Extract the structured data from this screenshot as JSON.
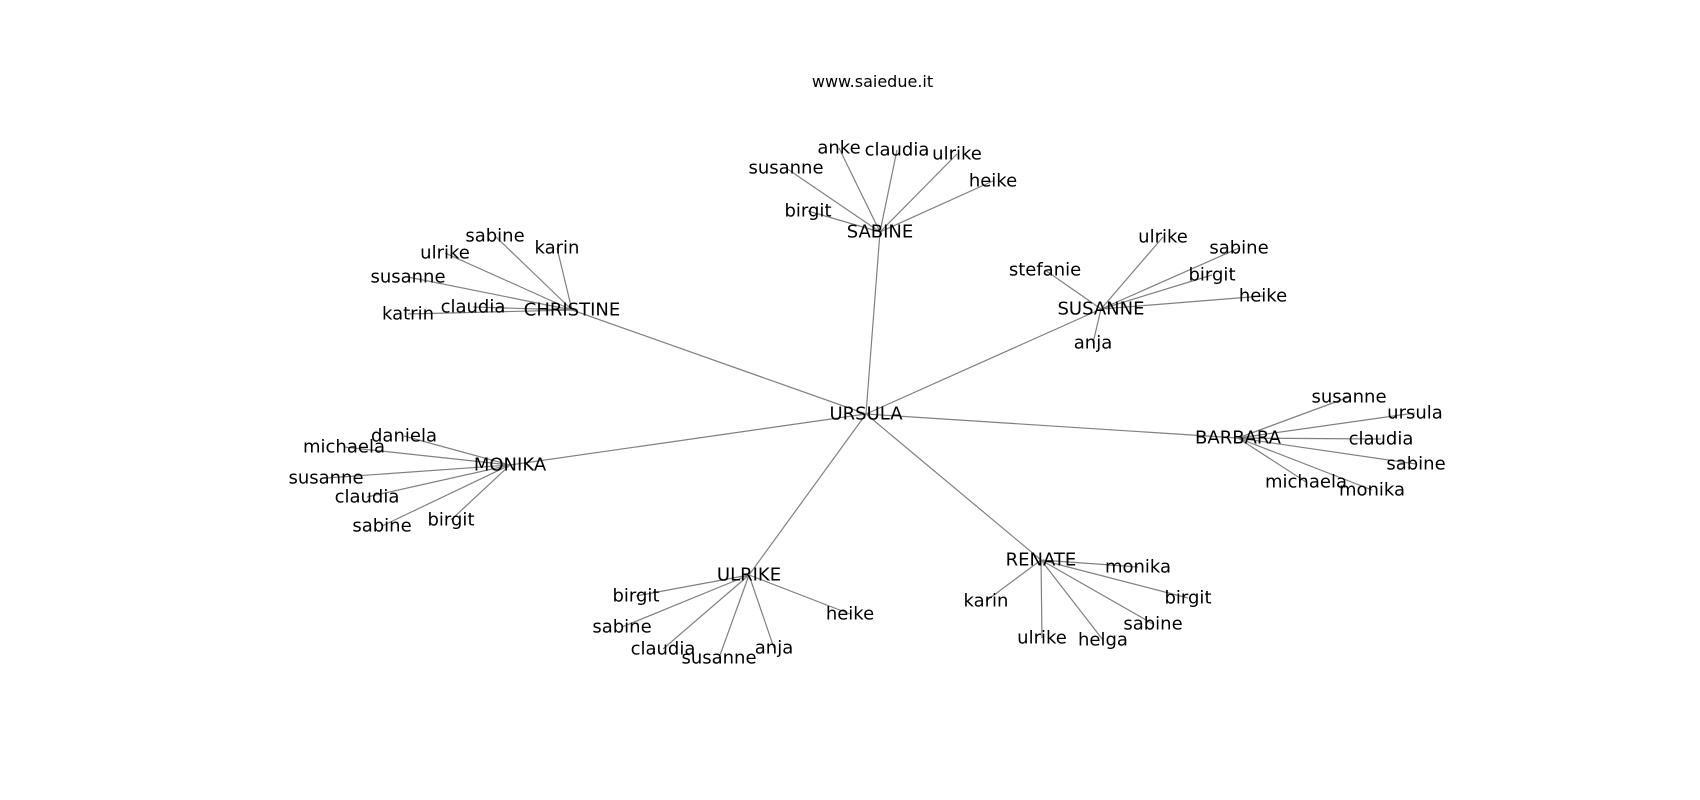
{
  "title": "www.saiedue.it",
  "colors": {
    "edge": "#808080",
    "label": "#000000",
    "background": "#ffffff"
  },
  "graph": {
    "root": "URSULA",
    "groups": [
      {
        "hub": "SABINE",
        "leaves": [
          "birgit",
          "susanne",
          "anke",
          "claudia",
          "ulrike",
          "heike"
        ]
      },
      {
        "hub": "SUSANNE",
        "leaves": [
          "stefanie",
          "ulrike",
          "sabine",
          "birgit",
          "heike",
          "anja"
        ]
      },
      {
        "hub": "BARBARA",
        "leaves": [
          "susanne",
          "ursula",
          "claudia",
          "sabine",
          "monika",
          "michaela"
        ]
      },
      {
        "hub": "RENATE",
        "leaves": [
          "monika",
          "birgit",
          "sabine",
          "helga",
          "ulrike",
          "karin"
        ]
      },
      {
        "hub": "ULRIKE",
        "leaves": [
          "heike",
          "anja",
          "susanne",
          "claudia",
          "sabine",
          "birgit"
        ]
      },
      {
        "hub": "MONIKA",
        "leaves": [
          "birgit",
          "sabine",
          "claudia",
          "susanne",
          "michaela",
          "daniela"
        ]
      },
      {
        "hub": "CHRISTINE",
        "leaves": [
          "karin",
          "sabine",
          "ulrike",
          "susanne",
          "claudia",
          "katrin"
        ]
      }
    ]
  }
}
